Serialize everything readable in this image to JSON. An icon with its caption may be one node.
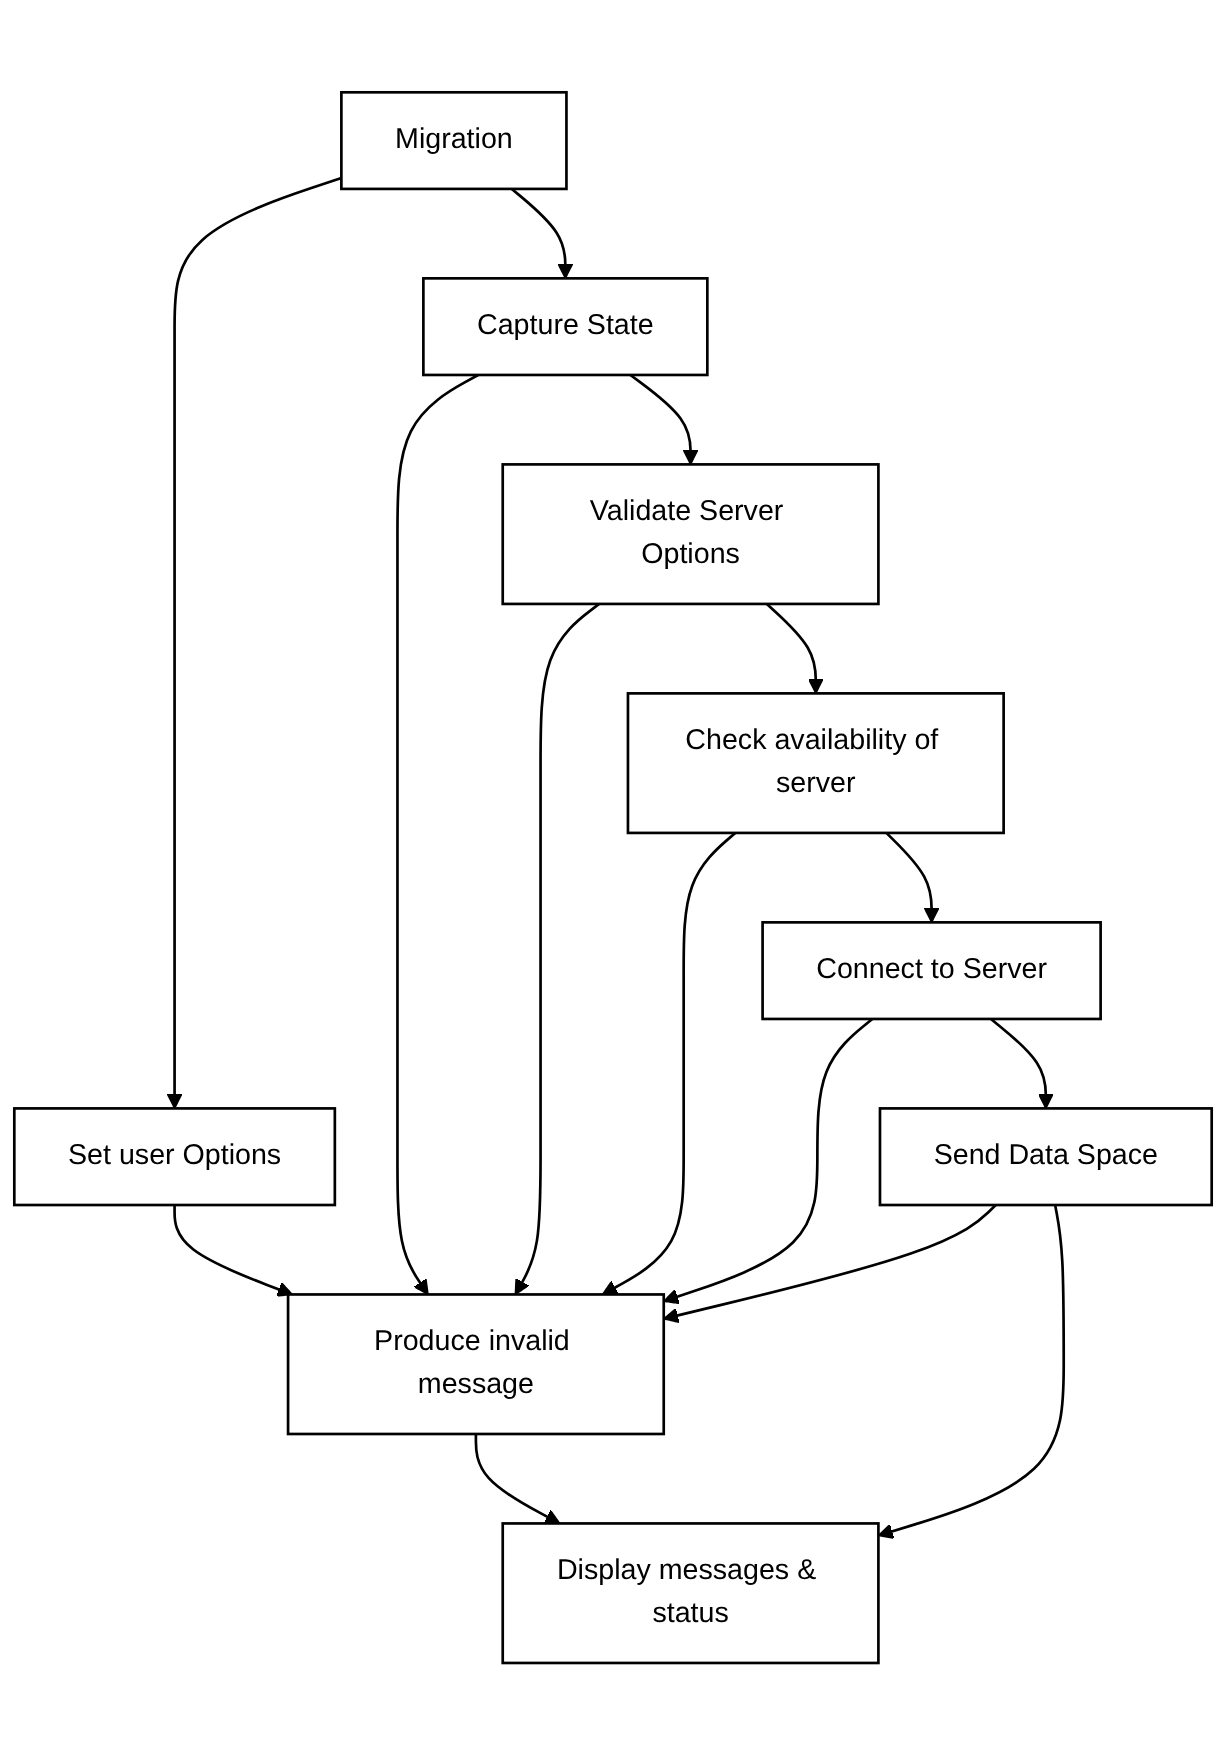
{
  "diagram": {
    "nodes": [
      {
        "text": [
          "Migration"
        ]
      },
      {
        "text": [
          "Set user Options"
        ]
      },
      {
        "text": [
          "Capture State"
        ]
      },
      {
        "text": [
          "Validate Server Options"
        ]
      },
      {
        "text": [
          "Check availability of server"
        ]
      },
      {
        "text": [
          "Connect to Server"
        ]
      },
      {
        "text": [
          "Produce invalid message"
        ]
      },
      {
        "text": [
          "Send Data Space"
        ]
      },
      {
        "text": [
          "Display messages & status"
        ]
      }
    ],
    "edges": [
      {
        "from": 0,
        "to": 1,
        "arrow": "to"
      },
      {
        "from": 0,
        "to": 2,
        "arrow": "to"
      },
      {
        "from": 1,
        "to": 6,
        "arrow": "to"
      },
      {
        "from": 2,
        "to": 6,
        "arrow": "to"
      },
      {
        "from": 2,
        "to": 3,
        "arrow": "to"
      },
      {
        "from": 3,
        "to": 6,
        "arrow": "to"
      },
      {
        "from": 3,
        "to": 4,
        "arrow": "to"
      },
      {
        "from": 4,
        "to": 6,
        "arrow": "to"
      },
      {
        "from": 4,
        "to": 5,
        "arrow": "to"
      },
      {
        "from": 5,
        "to": 6,
        "arrow": "to"
      },
      {
        "from": 5,
        "to": 7,
        "arrow": "to"
      },
      {
        "from": 7,
        "to": 6,
        "arrow": "to"
      },
      {
        "from": 6,
        "to": 8,
        "arrow": "to"
      },
      {
        "from": 7,
        "to": 8,
        "arrow": "to"
      }
    ]
  }
}
